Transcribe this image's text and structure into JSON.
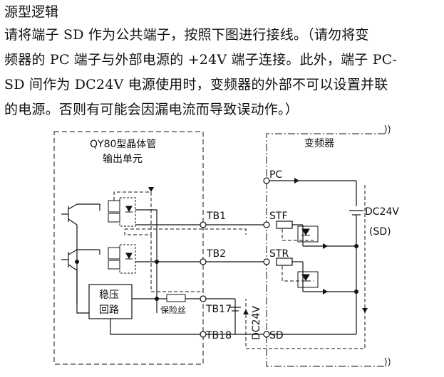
{
  "heading": "源型逻辑",
  "paragraph": [
    "请将端子 SD 作为公共端子，按照下图进行接线。（请勿将变",
    "频器的 PC 端子与外部电源的 +24V 端子连接。此外，端子 PC-",
    "SD 间作为 DC24V 电源使用时，变频器的外部不可以设置并联",
    "的电源。否则有可能会因漏电流而导致误动作。）"
  ],
  "diagram": {
    "left_box_title_1": "QY80型晶体管",
    "left_box_title_2": "输出单元",
    "right_box_title": "变频器",
    "regulator_1": "稳压",
    "regulator_2": "回路",
    "fuse": "保险丝",
    "terminals": {
      "tb1": "TB1",
      "tb2": "TB2",
      "tb17": "TB17",
      "tb18": "TB18",
      "pc": "PC",
      "stf": "STF",
      "str": "STR",
      "sd": "SD"
    },
    "dc24v_inner": "DC24V",
    "dc24v_outer": "DC24V",
    "sd_note": "(SD)"
  }
}
